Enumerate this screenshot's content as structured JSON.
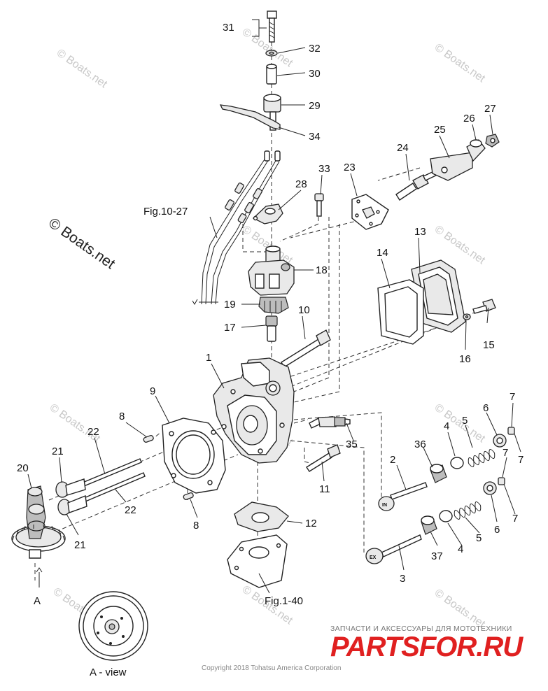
{
  "diagram": {
    "part_labels": [
      "1",
      "2",
      "3",
      "4",
      "5",
      "6",
      "7",
      "8",
      "9",
      "10",
      "11",
      "12",
      "13",
      "14",
      "15",
      "16",
      "17",
      "18",
      "19",
      "20",
      "21",
      "22",
      "23",
      "24",
      "25",
      "26",
      "27",
      "28",
      "29",
      "30",
      "31",
      "32",
      "33",
      "34",
      "35",
      "36",
      "37"
    ],
    "ref_labels": {
      "fig_10_27": "Fig.10-27",
      "fig_1_40": "Fig.1-40",
      "arrow_a": "A",
      "a_view": "A - view",
      "in_marking": "IN",
      "ex_marking": "EX"
    }
  },
  "watermarks": {
    "boats_net": "© Boats.net",
    "copyright": "Copyright 2018 Tohatsu America Corporation"
  },
  "shop_badge": {
    "tagline": "ЗАПЧАСТИ И АКСЕССУАРЫ ДЛЯ МОТОТЕХНИКИ",
    "logo": "PARTSFOR.RU"
  },
  "colors": {
    "line": "#222222",
    "watermark": "#c8c8c8",
    "logo_red": "#e02020"
  }
}
